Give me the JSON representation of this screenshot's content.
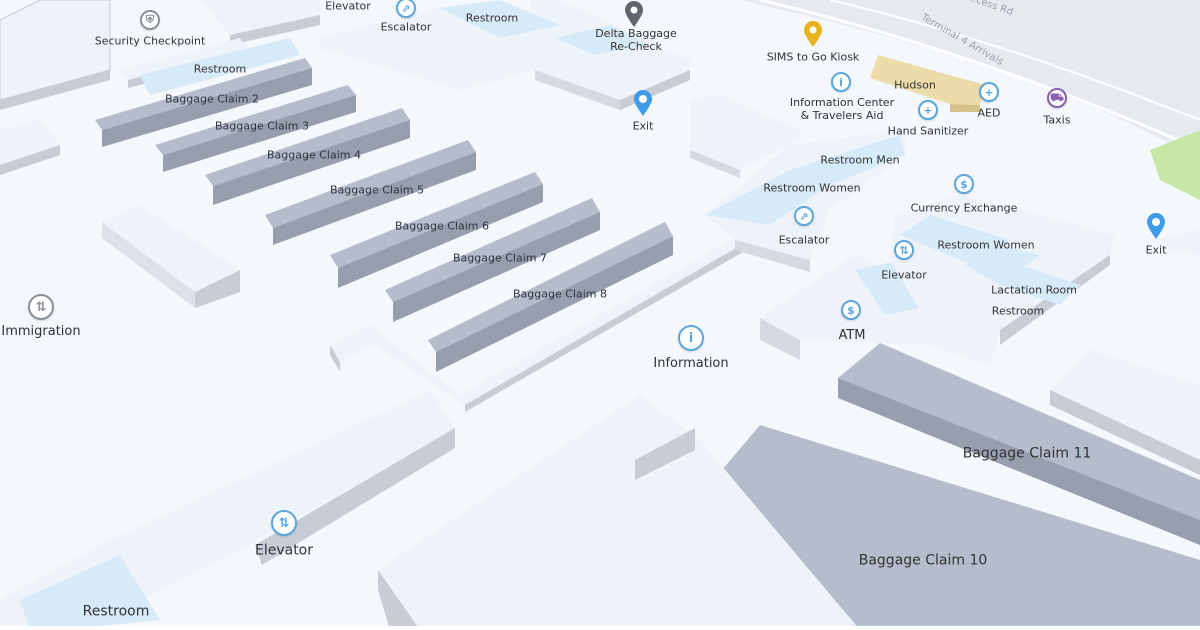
{
  "roads": {
    "top_road": "...cess Rd",
    "arrivals": "Terminal 4 Arrivals"
  },
  "labels": {
    "security_checkpoint": "Security Checkpoint",
    "elevator_top": "Elevator",
    "escalator_top": "Escalator",
    "restroom_top": "Restroom",
    "delta_baggage": "Delta Baggage\nRe-Check",
    "sims": "SIMS to Go Kiosk",
    "hudson": "Hudson",
    "info_center": "Information Center\n& Travelers Aid",
    "hand_sanitizer": "Hand Sanitizer",
    "aed": "AED",
    "taxis": "Taxis",
    "restroom_left": "Restroom",
    "exit_top": "Exit",
    "restroom_men": "Restroom Men",
    "restroom_women_mid": "Restroom  Women",
    "currency_exchange": "Currency Exchange",
    "escalator_mid": "Escalator",
    "restroom_women_right": "Restroom  Women",
    "exit_right": "Exit",
    "elevator_mid": "Elevator",
    "lactation_room": "Lactation Room",
    "restroom_right": "Restroom",
    "atm": "ATM",
    "information": "Information",
    "immigration": "Immigration",
    "elevator_bottom": "Elevator",
    "restroom_bottom": "Restroom"
  },
  "baggage_claims": {
    "bc2": "Baggage Claim 2",
    "bc3": "Baggage Claim 3",
    "bc4": "Baggage Claim 4",
    "bc5": "Baggage Claim 5",
    "bc6": "Baggage Claim 6",
    "bc7": "Baggage Claim 7",
    "bc8": "Baggage Claim 8",
    "bc10": "Baggage Claim 10",
    "bc11": "Baggage Claim 11"
  },
  "colors": {
    "background": "#f4f7fb",
    "building_top": "#eef3fa",
    "building_side": "#c7ccd6",
    "claim_top": "#b5bccb",
    "claim_side": "#979eae",
    "restroom": "#d7eaf8",
    "hudson": "#ecdcaa",
    "green": "#c8e6a5",
    "pin_blue": "#5ba7dd",
    "pin_gray": "#8b9199",
    "pin_yellow": "#e8b21d",
    "pin_purple": "#8a5fb0"
  },
  "icons": {
    "security": "security-icon",
    "elevator": "elevator-icon",
    "escalator": "escalator-icon",
    "restroom": "restroom-icon",
    "info": "info-icon",
    "exit": "exit-pin-icon",
    "aed": "aed-icon",
    "taxi": "taxi-icon",
    "atm": "atm-icon",
    "currency": "currency-exchange-icon",
    "immigration": "immigration-icon"
  }
}
